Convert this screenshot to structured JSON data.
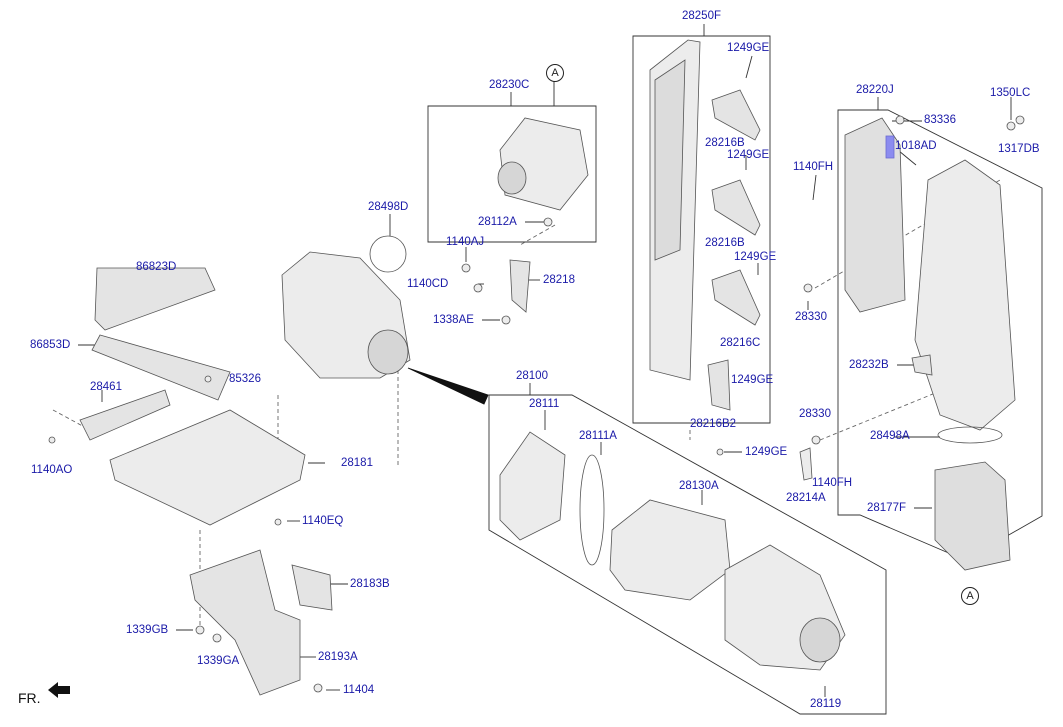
{
  "labels": {
    "l28250F": "28250F",
    "l1249GE_1": "1249GE",
    "l28230C": "28230C",
    "lA_top": "A",
    "l28220J": "28220J",
    "l1350LC": "1350LC",
    "l83336": "83336",
    "l28216B_1": "28216B",
    "l1249GE_2": "1249GE",
    "l1018AD": "1018AD",
    "l1317DB": "1317DB",
    "l1140FH_1": "1140FH",
    "l28498D": "28498D",
    "l28112A": "28112A",
    "l1140AJ": "1140AJ",
    "l28216B_2": "28216B",
    "l1249GE_3": "1249GE",
    "l86823D": "86823D",
    "l1140CD": "1140CD",
    "l28218": "28218",
    "l28330_1": "28330",
    "l1338AE": "1338AE",
    "l28216C": "28216C",
    "l86853D": "86853D",
    "l28232B": "28232B",
    "l28100": "28100",
    "l85326": "85326",
    "l1249GE_4": "1249GE",
    "l28461": "28461",
    "l28111": "28111",
    "l28330_2": "28330",
    "l28216B2": "28216B2",
    "l28111A": "28111A",
    "l28498A": "28498A",
    "l1249GE_5": "1249GE",
    "l1140AO": "1140AO",
    "l28181": "28181",
    "l1140FH_2": "1140FH",
    "l28130A": "28130A",
    "l28214A": "28214A",
    "l28177F": "28177F",
    "l1140EQ": "1140EQ",
    "l28183B": "28183B",
    "lA_bottom": "A",
    "l1339GB": "1339GB",
    "l28193A": "28193A",
    "l1339GA": "1339GA",
    "l11404": "11404",
    "l28119": "28119",
    "fr": "FR."
  },
  "colors": {
    "part_line": "#444444",
    "label_blue": "#1a1aa8",
    "highlight": "#8c8cf0"
  }
}
